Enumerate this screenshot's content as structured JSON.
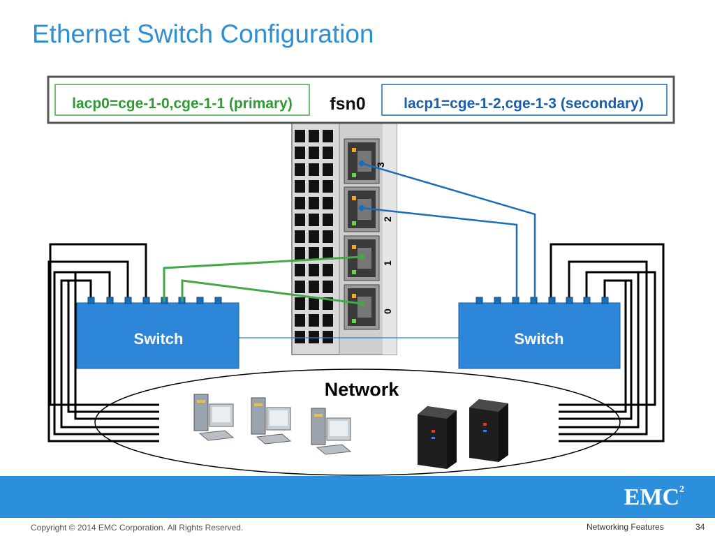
{
  "slide": {
    "title": "Ethernet Switch Configuration"
  },
  "diagram": {
    "lacp0_label": "lacp0=cge-1-0,cge-1-1 (primary)",
    "fsn_label": "fsn0",
    "lacp1_label": "lacp1=cge-1-2,cge-1-3 (secondary)",
    "left_switch_label": "Switch",
    "right_switch_label": "Switch",
    "network_label": "Network",
    "port_numbers": [
      "0",
      "1",
      "2",
      "3"
    ],
    "colors": {
      "primary_link": "#44a945",
      "secondary_link": "#1a6db6",
      "switch_fill": "#2e86d9",
      "title": "#2f8fd3",
      "footer": "#2b8fdb"
    }
  },
  "footer": {
    "logo": "EMC",
    "logo_sup": "2",
    "copyright": "Copyright © 2014 EMC Corporation. All Rights Reserved.",
    "section": "Networking Features",
    "page": "34"
  }
}
